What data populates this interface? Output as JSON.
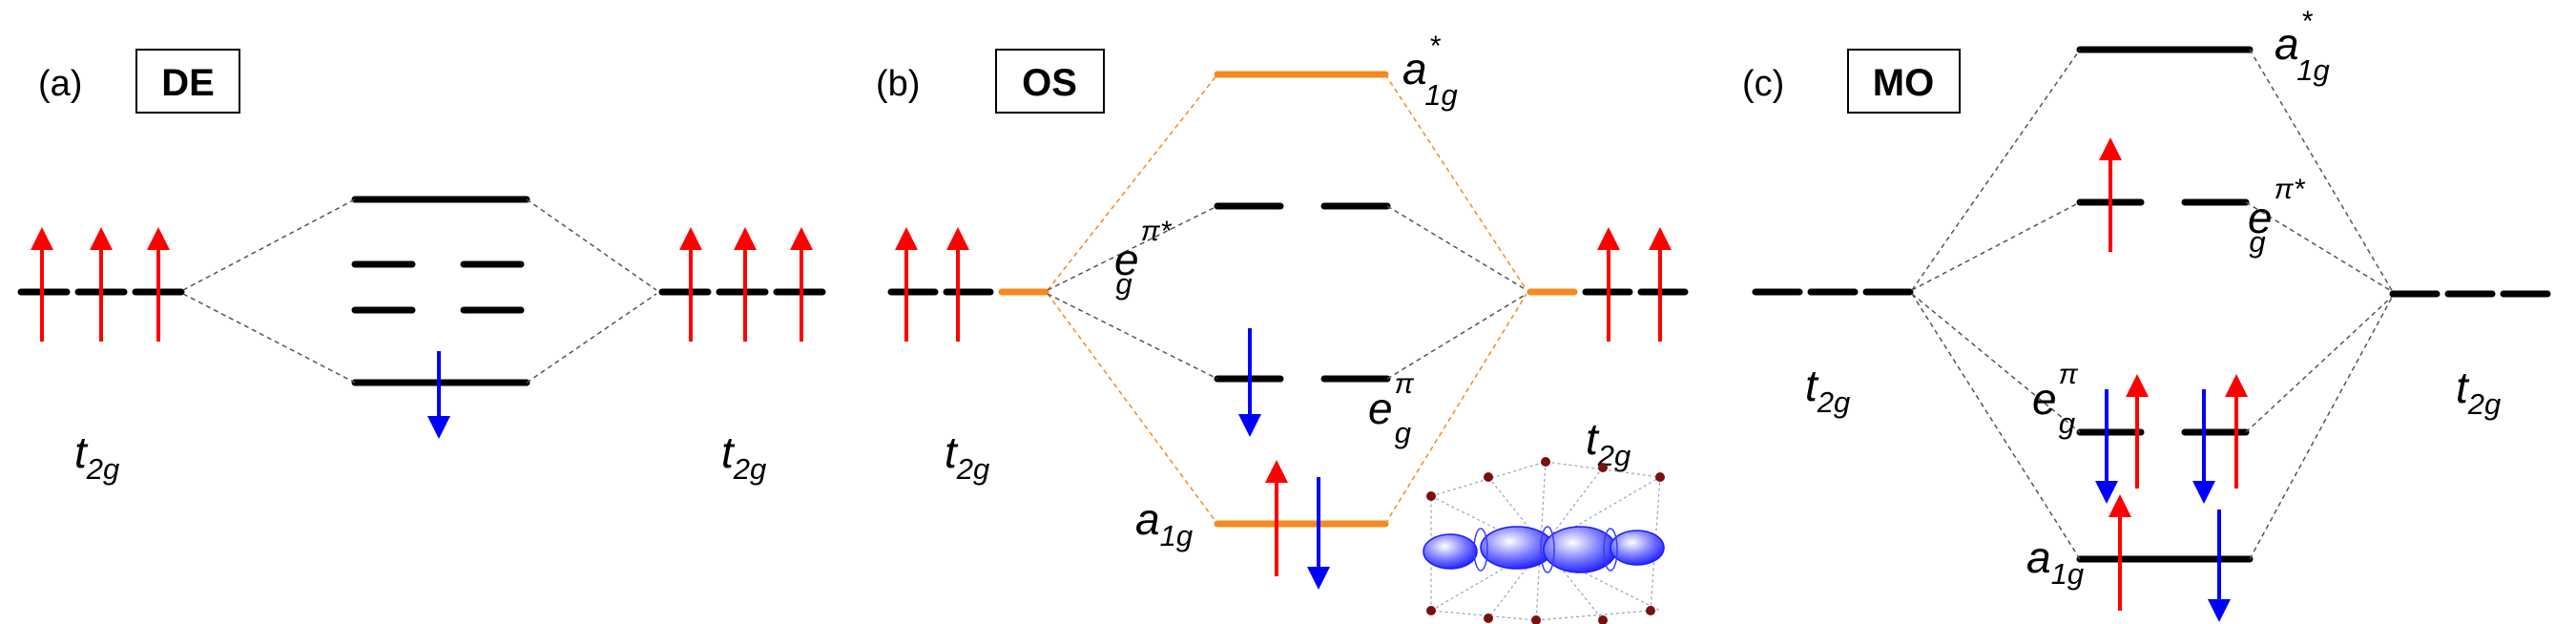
{
  "panels": {
    "a": {
      "label": "(a)",
      "title": "DE",
      "left_label": "t",
      "left_sub": "2g",
      "right_label": "t",
      "right_sub": "2g"
    },
    "b": {
      "label": "(b)",
      "title": "OS",
      "left_label": "t",
      "left_sub": "2g",
      "right_label": "t",
      "right_sub": "2g",
      "a1g_star": {
        "main": "a",
        "sub": "1g",
        "sup": "*"
      },
      "eg_pi_star": {
        "main": "e",
        "sub": "g",
        "sup": "π*"
      },
      "eg_pi": {
        "main": "e",
        "sub": "g",
        "sup": "π"
      },
      "a1g": {
        "main": "a",
        "sub": "1g"
      }
    },
    "c": {
      "label": "(c)",
      "title": "MO",
      "left_label": "t",
      "left_sub": "2g",
      "right_label": "t",
      "right_sub": "2g",
      "a1g_star": {
        "main": "a",
        "sub": "1g",
        "sup": "*"
      },
      "eg_pi_star": {
        "main": "e",
        "sub": "g",
        "sup": "π*"
      },
      "eg_pi": {
        "main": "e",
        "sub": "g",
        "sup": "π"
      },
      "a1g": {
        "main": "a",
        "sub": "1g"
      }
    }
  },
  "colors": {
    "level": "#000000",
    "orange_level": "#f5891f",
    "spin_up": "#ff0000",
    "spin_down": "#0000ff",
    "dashed": "#555555",
    "orange_dashed": "#f5891f",
    "lobe": "#3a3aff"
  }
}
